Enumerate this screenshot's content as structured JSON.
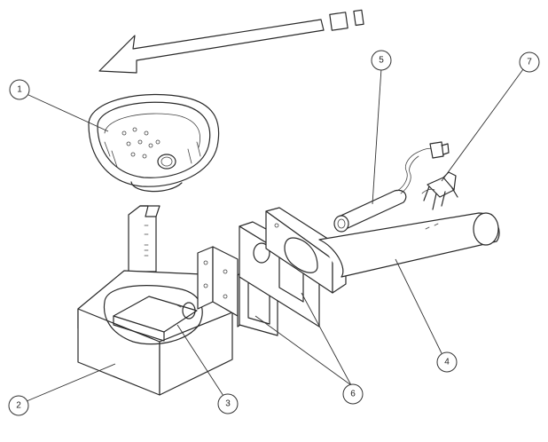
{
  "callouts": [
    {
      "id": "c1",
      "label": "1"
    },
    {
      "id": "c2",
      "label": "2"
    },
    {
      "id": "c3",
      "label": "3"
    },
    {
      "id": "c4",
      "label": "4"
    },
    {
      "id": "c5",
      "label": "5"
    },
    {
      "id": "c6",
      "label": "6"
    },
    {
      "id": "c7",
      "label": "7"
    }
  ],
  "colors": {
    "line": "#2a2a2a",
    "background": "#ffffff"
  }
}
